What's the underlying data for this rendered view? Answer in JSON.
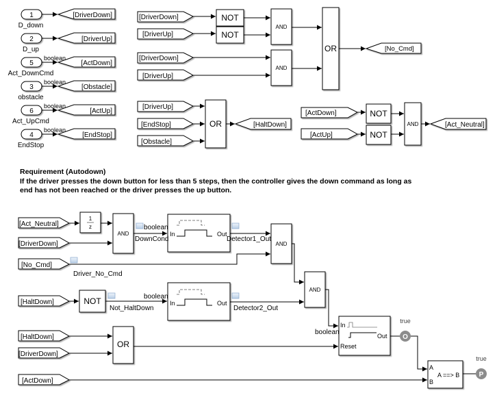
{
  "inports": [
    {
      "num": "1",
      "name": "D_down",
      "type": "",
      "tag": "[DriverDown]"
    },
    {
      "num": "2",
      "name": "D_up",
      "type": "",
      "tag": "[DriverUp]"
    },
    {
      "num": "5",
      "name": "Act_DownCmd",
      "type": "boolean",
      "tag": "[ActDown]"
    },
    {
      "num": "3",
      "name": "obstacle",
      "type": "boolean",
      "tag": "[Obstacle]"
    },
    {
      "num": "6",
      "name": "Act_UpCmd",
      "type": "boolean",
      "tag": "[ActUp]"
    },
    {
      "num": "4",
      "name": "EndStop",
      "type": "boolean",
      "tag": "[EndStop]"
    }
  ],
  "no_cmd_logic": {
    "from": [
      "[DriverDown]",
      "[DriverUp]",
      "[DriverDown]",
      "[DriverUp]"
    ],
    "not_label": "NOT",
    "and_label": "AND",
    "or_label": "OR",
    "goto": "[No_Cmd]"
  },
  "halt_logic": {
    "from": [
      "[DriverUp]",
      "[EndStop]",
      "[Obstacle]"
    ],
    "or_label": "OR",
    "goto": "[HaltDown]"
  },
  "neutral_logic": {
    "from": [
      "[ActDown]",
      "[ActUp]"
    ],
    "not_label": "NOT",
    "and_label": "AND",
    "goto": "[Act_Neutral]"
  },
  "requirement": {
    "title": "Requirement (Autodown)",
    "line1": "If the driver presses the down button for less than 5 steps, then the controller gives the down command as long as",
    "line2": "end has not been reached or the driver presses the up button."
  },
  "verification": {
    "from": {
      "act_neutral": "[Act_Neutral]",
      "driver_down": "[DriverDown]",
      "no_cmd": "[No_Cmd]",
      "halt_down": "[HaltDown]",
      "halt_down2": "[HaltDown]",
      "driver_down2": "[DriverDown]",
      "act_down": "[ActDown]"
    },
    "delay_num": "1",
    "delay_den": "z",
    "and_label": "AND",
    "not_label": "NOT",
    "or_label": "OR",
    "signals": {
      "down_cond": "DownCond",
      "driver_no_cmd": "Driver_No_Cmd",
      "not_halt_down": "Not_HaltDown",
      "detector1_out": "Detector1_Out",
      "detector2_out": "Detector2_Out",
      "boolean": "boolean"
    },
    "detector_in": "In",
    "detector_out": "Out",
    "extender_in": "In",
    "extender_reset": "Reset",
    "extender_out": "Out",
    "implies_a": "A",
    "implies_b": "B",
    "implies_label": "A ==> B",
    "objective_symbol": "O",
    "objective_value": "true",
    "proof_symbol": "P",
    "proof_value": "true"
  }
}
